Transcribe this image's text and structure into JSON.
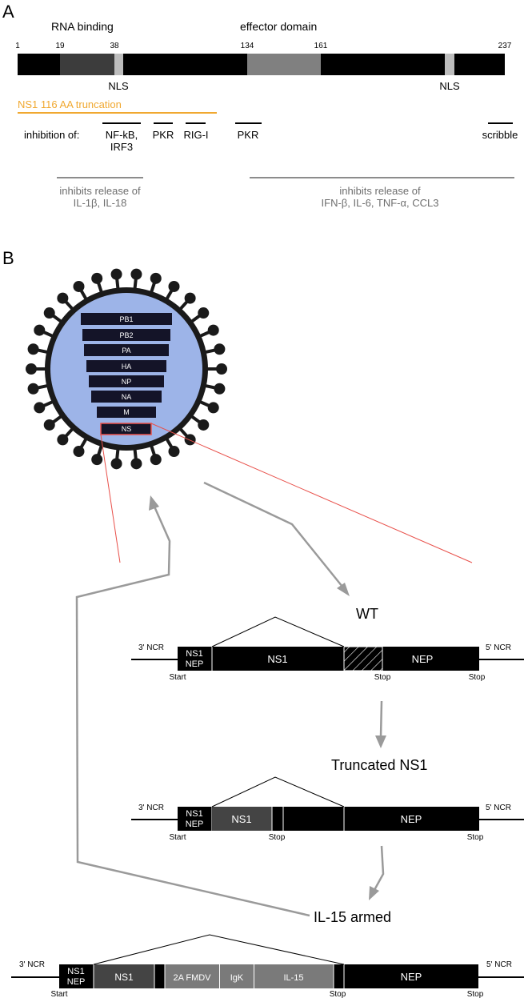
{
  "panel_a": {
    "panel_label": "A",
    "region_labels": {
      "rna_binding": "RNA binding",
      "effector_domain": "effector domain"
    },
    "positions": [
      "1",
      "19",
      "38",
      "134",
      "161",
      "237"
    ],
    "nls_labels": [
      "NLS",
      "NLS"
    ],
    "truncation_label": "NS1 116 AA  truncation",
    "inhibition_of_label": "inhibition of:",
    "targets": [
      "NF-kB,",
      "IRF3",
      "PKR",
      "RIG-I",
      "PKR",
      "scribble"
    ],
    "release_left": [
      "inhibits release of",
      "IL-1β, IL-18"
    ],
    "release_right": [
      "inhibits release of",
      "IFN-β, IL-6, TNF-α, CCL3"
    ],
    "colors": {
      "truncation": "#f0a830",
      "release": "#8c8c8c"
    }
  },
  "panel_b": {
    "panel_label": "B",
    "segments": [
      "PB1",
      "PB2",
      "PA",
      "HA",
      "NP",
      "NA",
      "M",
      "NS"
    ],
    "virion_fill": "#9db4e8",
    "highlight_color": "#e8504a",
    "wt": {
      "title": "WT",
      "ncr_left": "3' NCR",
      "ncr_right": "5' NCR",
      "boxes": [
        "NS1",
        "NEP",
        "NS1",
        "NEP"
      ],
      "markers": [
        "Start",
        "Stop",
        "Stop"
      ]
    },
    "truncated": {
      "title": "Truncated NS1",
      "ncr_left": "3' NCR",
      "ncr_right": "5' NCR",
      "boxes": [
        "NS1",
        "NEP",
        "NS1",
        "NEP"
      ],
      "markers": [
        "Start",
        "Stop",
        "Stop"
      ]
    },
    "armed": {
      "title": "IL-15 armed",
      "ncr_left": "3' NCR",
      "ncr_right": "5' NCR",
      "boxes": [
        "NS1",
        "NEP",
        "NS1",
        "2A FMDV",
        "IgK",
        "IL-15",
        "NEP"
      ],
      "markers": [
        "Start",
        "Stop",
        "Stop"
      ]
    }
  }
}
